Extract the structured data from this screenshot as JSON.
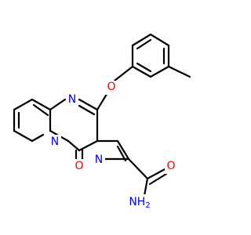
{
  "molecule": {
    "colors": {
      "bond": "#000000",
      "nitrogen": "#0000ff",
      "oxygen": "#ff0000",
      "background": "#ffffff"
    },
    "atoms": {
      "n_ring_top": "N",
      "n_ring_bridge": "N",
      "o_ether": "O",
      "o_ketone": "O",
      "n_nitrile": "N",
      "o_amide": "O",
      "nh2_amide": "NH",
      "nh2_subscript": "2"
    }
  }
}
